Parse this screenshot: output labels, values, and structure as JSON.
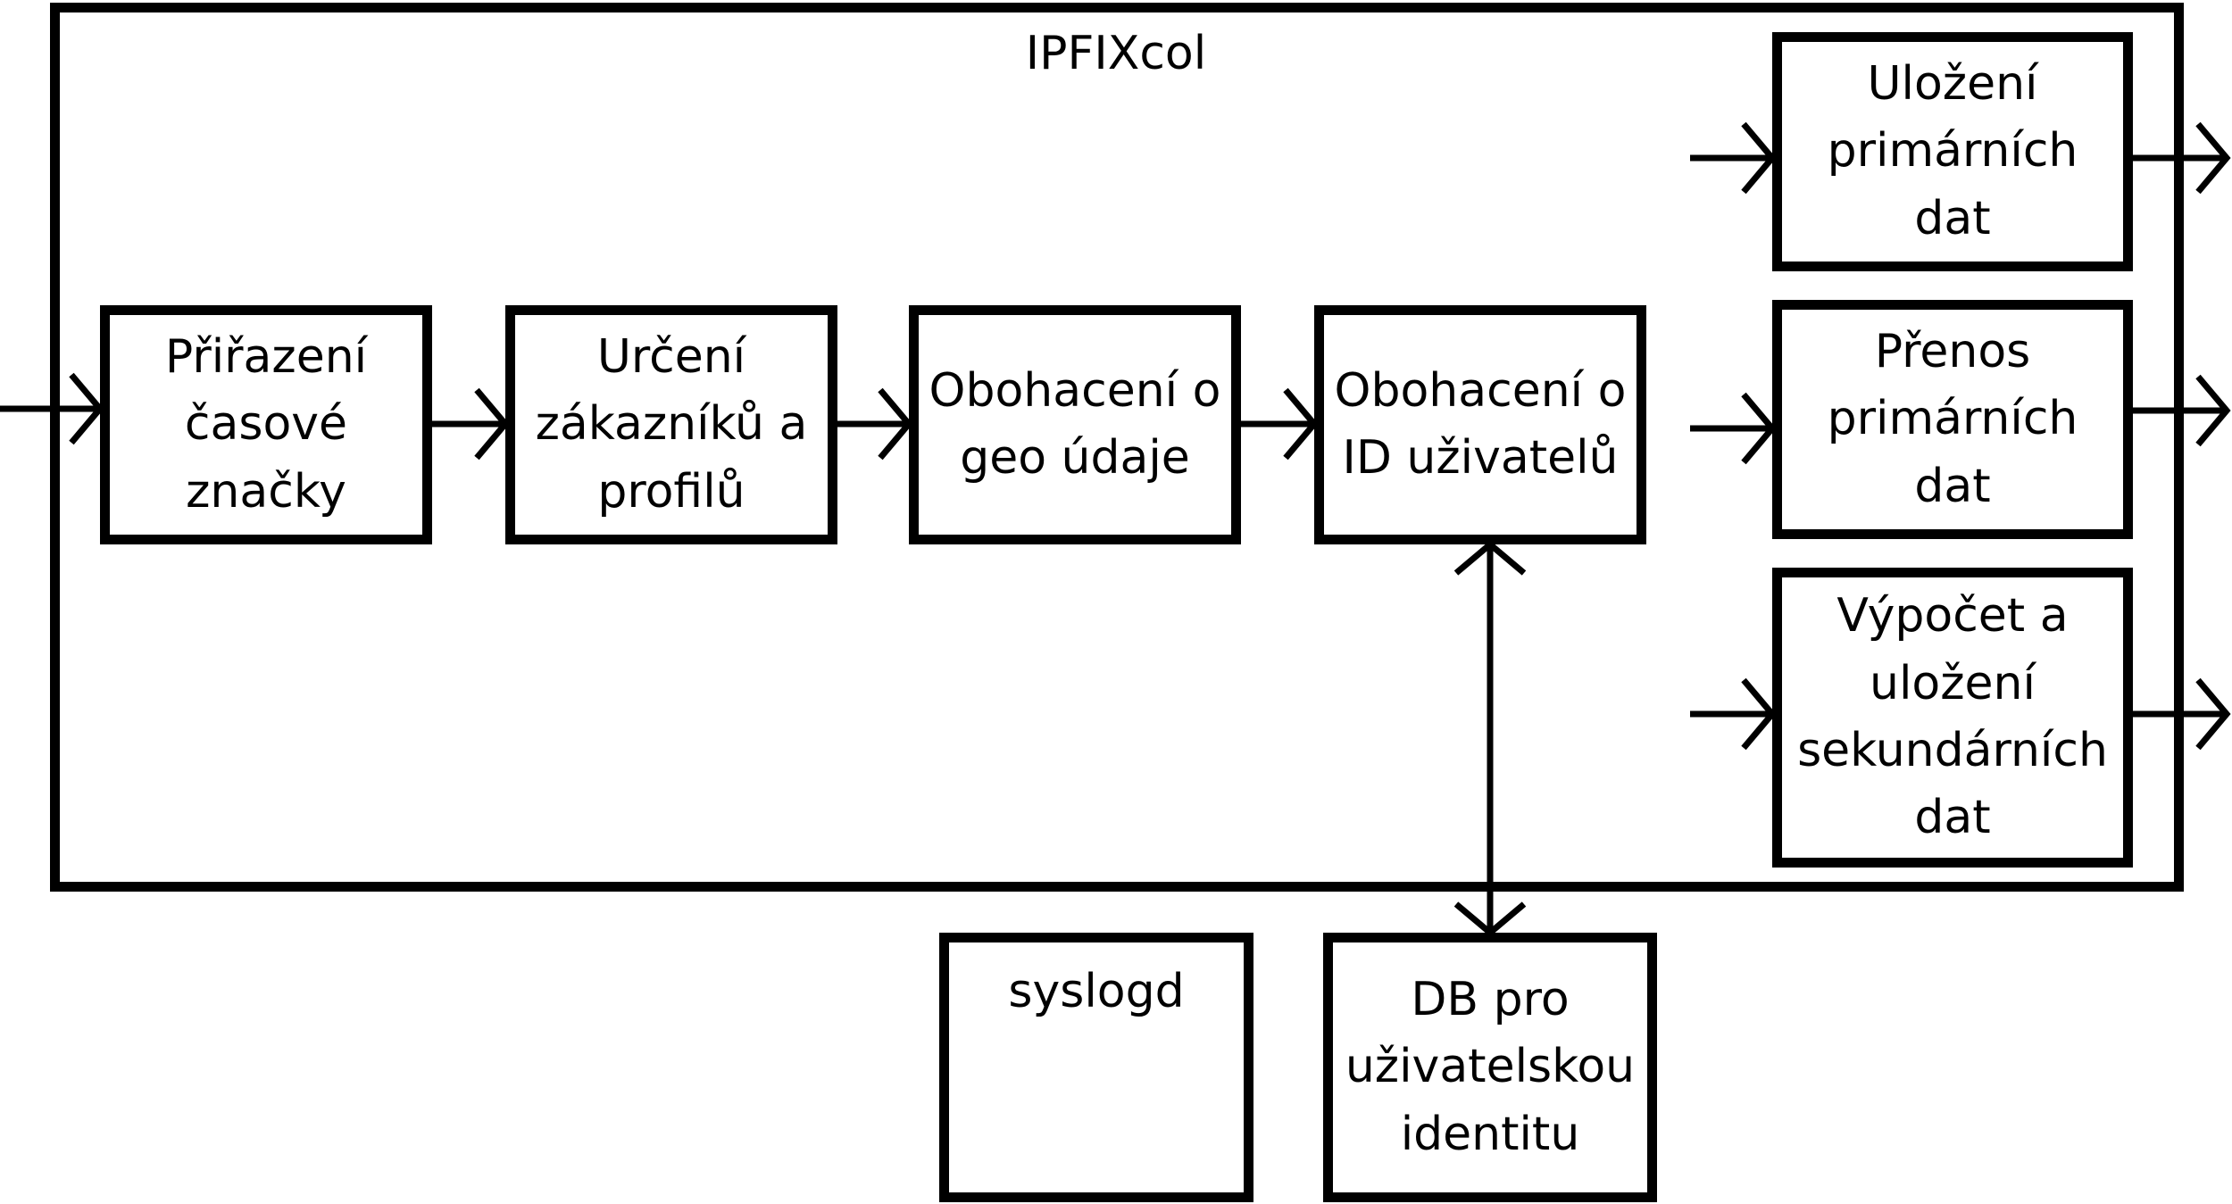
{
  "diagram": {
    "frame_title": "IPFIXcol",
    "pipeline": [
      "Přiřazení\nčasové\nznačky",
      "Určení\nzákazníků a\nprofilů",
      "Obohacení o\ngeo údaje",
      "Obohacení o\nID uživatelů"
    ],
    "outputs": [
      "Uložení\nprimárních\ndat",
      "Přenos\nprimárních\ndat",
      "Výpočet a\nuložení\nsekundárních\ndat"
    ],
    "externals": {
      "syslogd": "syslogd",
      "user_db": "DB pro\nuživatelskou\nidentitu"
    }
  }
}
